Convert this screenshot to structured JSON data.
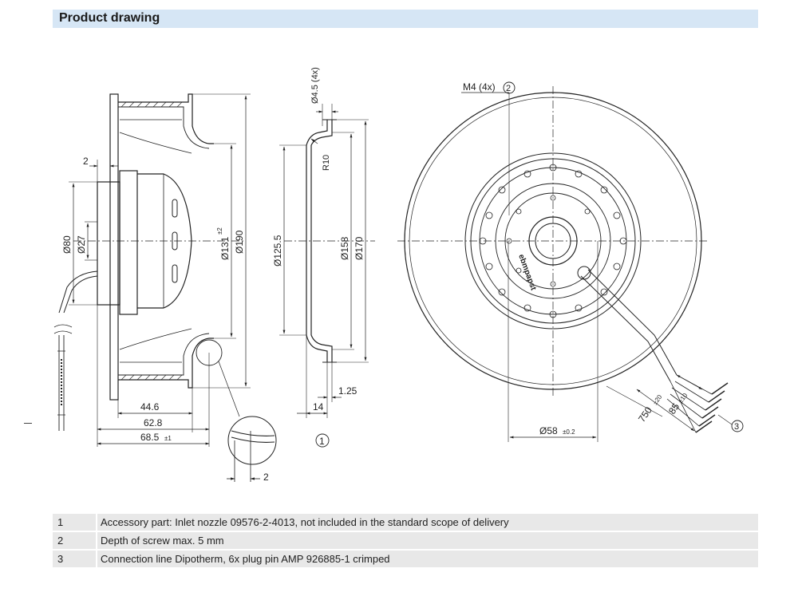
{
  "header": {
    "title": "Product drawing"
  },
  "side_view": {
    "dims": {
      "top2": "2",
      "d80": "Ø80",
      "d27": "Ø27",
      "d131": "Ø131",
      "d131_tol": "±2",
      "d190": "Ø190",
      "l446": "44.6",
      "l628": "62.8",
      "l685": "68.5",
      "l685_tol": "±1",
      "detail2": "2"
    }
  },
  "nozzle_view": {
    "dims": {
      "hole": "Ø4.5 (4x)",
      "r10": "R10",
      "d1255": "Ø125.5",
      "d158": "Ø158",
      "d170": "Ø170",
      "l125": "1.25",
      "l14": "14"
    },
    "callout": "1"
  },
  "front_view": {
    "dims": {
      "m4": "M4 (4x)",
      "d58": "Ø58",
      "d58_tol": "±0.2",
      "l750": "750",
      "l750_tol": "±20",
      "l85": "85",
      "l85_tol": "±10"
    },
    "callout2": "2",
    "callout3": "3",
    "label_text": "ebmpapst"
  },
  "notes": [
    {
      "num": "1",
      "text": "Accessory part: Inlet nozzle 09576-2-4013, not included in the standard scope of delivery"
    },
    {
      "num": "2",
      "text": "Depth of screw max. 5 mm"
    },
    {
      "num": "3",
      "text": "Connection line Dipotherm, 6x plug pin AMP 926885-1 crimped"
    }
  ]
}
